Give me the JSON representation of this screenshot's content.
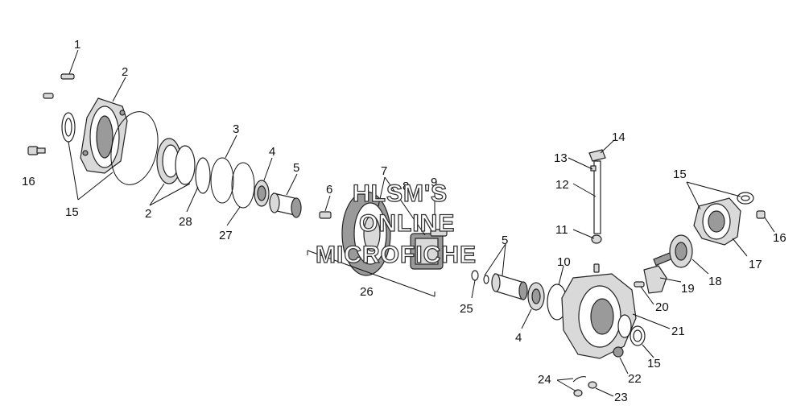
{
  "diagram": {
    "callouts": {
      "c1": "1",
      "c2a": "2",
      "c2b": "2",
      "c3": "3",
      "c4a": "4",
      "c4b": "4",
      "c5a": "5",
      "c5b": "5",
      "c6": "6",
      "c7": "7",
      "c8": "8",
      "c9": "9",
      "c10": "10",
      "c11": "11",
      "c12": "12",
      "c13": "13",
      "c14": "14",
      "c15a": "15",
      "c15b": "15",
      "c15c": "15",
      "c16a": "16",
      "c16b": "16",
      "c17": "17",
      "c18": "18",
      "c19": "19",
      "c20": "20",
      "c21": "21",
      "c22": "22",
      "c23": "23",
      "c24": "24",
      "c25": "25",
      "c26": "26",
      "c27": "27",
      "c28": "28"
    },
    "watermark": {
      "line1": "HLSM'S",
      "line2": "ONLINE",
      "line3": "MICROFICHE"
    }
  }
}
